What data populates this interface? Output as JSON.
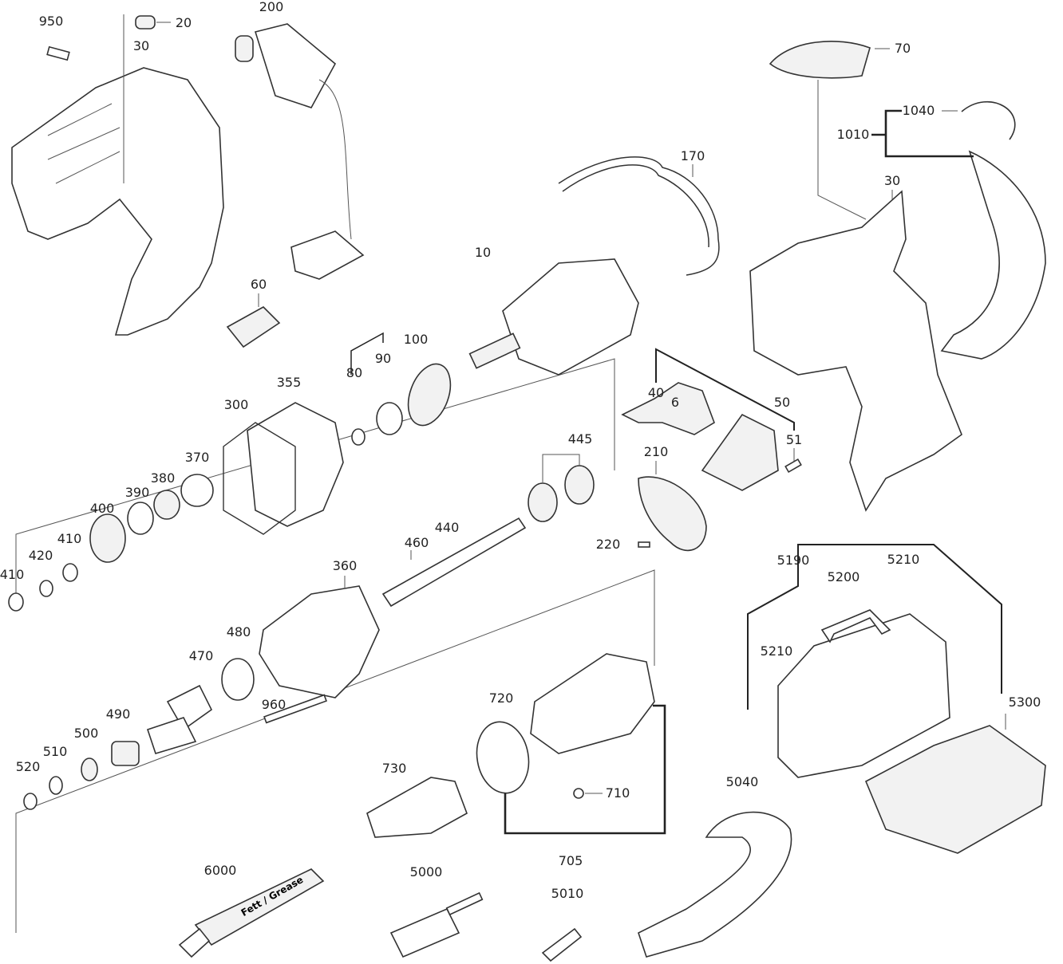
{
  "title": "Exploded parts diagram - cordless drywall screwdriver",
  "part_numbers": [
    "950",
    "20",
    "30",
    "200",
    "70",
    "1040",
    "1010",
    "170",
    "30",
    "10",
    "60",
    "100",
    "80",
    "90",
    "355",
    "300",
    "40",
    "6",
    "50",
    "51",
    "445",
    "210",
    "370",
    "380",
    "390",
    "400",
    "440",
    "460",
    "220",
    "5190",
    "5200",
    "5210",
    "410",
    "420",
    "410",
    "360",
    "480",
    "5210",
    "470",
    "960",
    "720",
    "5300",
    "490",
    "500",
    "510",
    "520",
    "730",
    "710",
    "705",
    "5040",
    "6000",
    "5000",
    "5010"
  ],
  "grease_tube_text": "Fett / Grease"
}
